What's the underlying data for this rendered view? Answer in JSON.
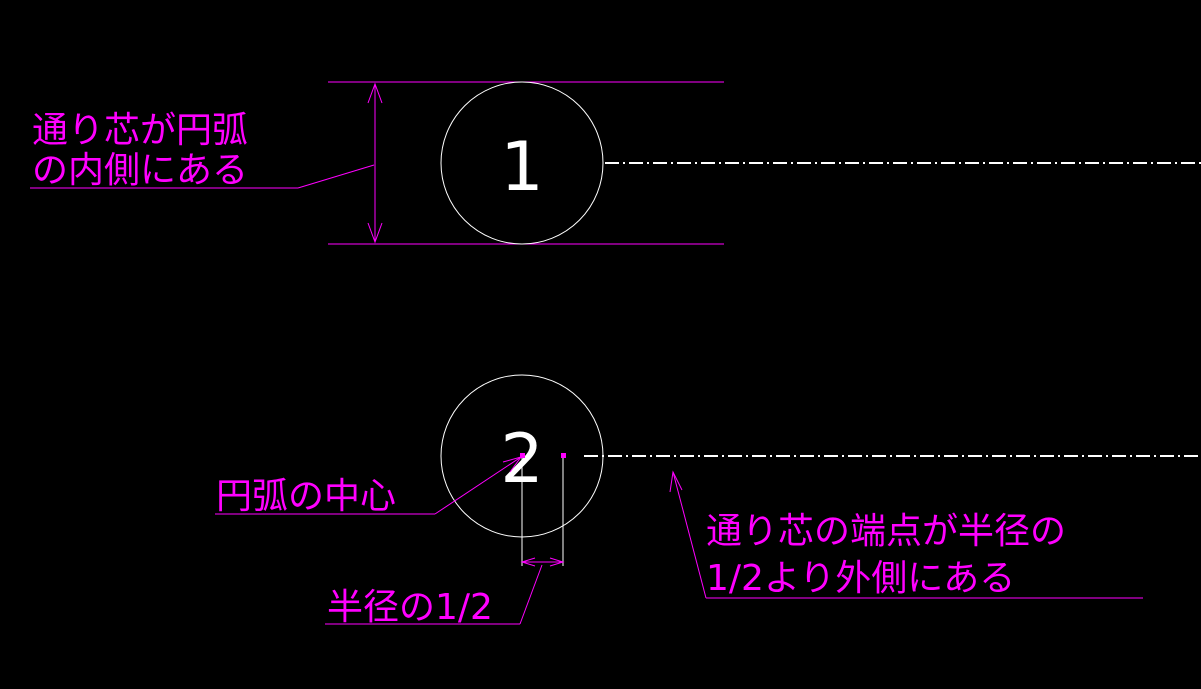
{
  "colors": {
    "background": "#000000",
    "annotation": "#ff00ff",
    "geometry": "#ffffff"
  },
  "diagram": {
    "case1": {
      "grid_number": "1",
      "note_line1": "通り芯が円弧",
      "note_line2": "の内側にある"
    },
    "case2": {
      "grid_number": "2",
      "center_label": "円弧の中心",
      "half_radius_label": "半径の1/2",
      "note_line1": "通り芯の端点が半径の",
      "note_line2": "1/2より外側にある"
    }
  }
}
